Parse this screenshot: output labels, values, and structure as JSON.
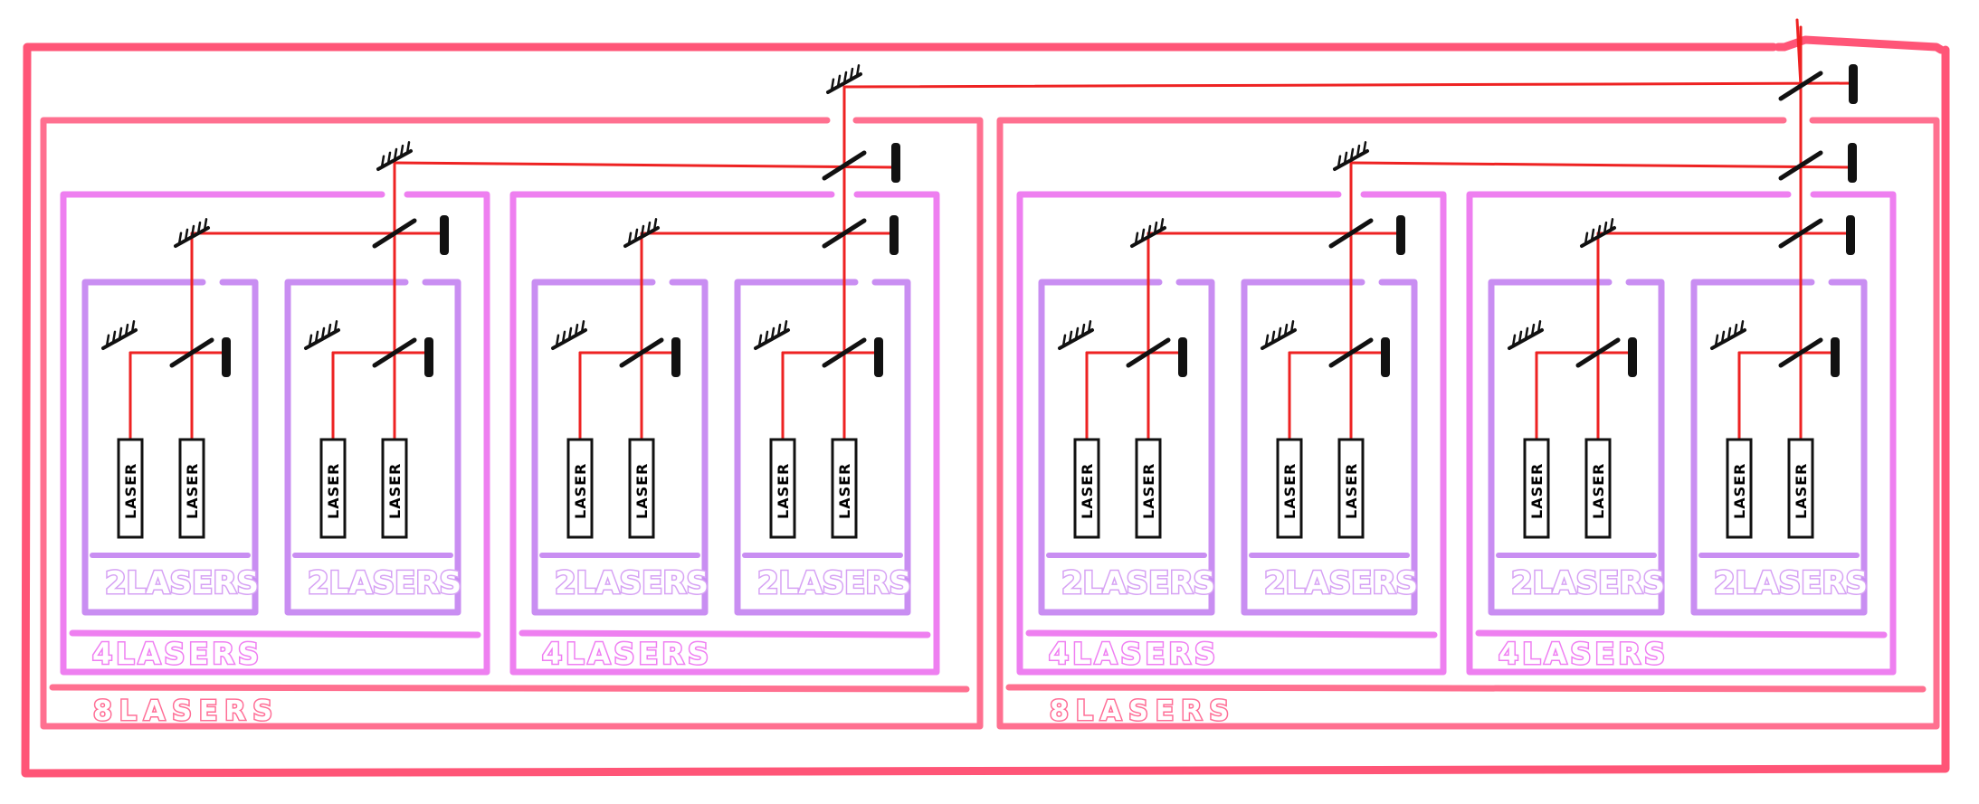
{
  "labels": {
    "laser": "LASER",
    "group2": "2LASERS",
    "group4": "4LASERS",
    "group8": "8LASERS"
  },
  "colors": {
    "box2": "#c98ef2",
    "box4": "#ee7ff0",
    "box8": "#ff7090",
    "box16": "#ff5577",
    "beam": "#ee2222",
    "ink": "#111111"
  }
}
